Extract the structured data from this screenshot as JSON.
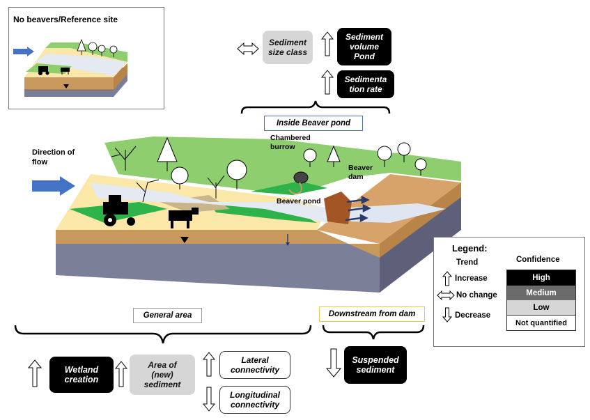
{
  "reference": {
    "title": "No beavers/Reference site"
  },
  "main": {
    "direction_label": "Direction of\nflow",
    "chambered_burrow": "Chambered\nburrow",
    "beaver_dam": "Beaver\ndam",
    "beaver_pond": "Beaver pond"
  },
  "pond_section": {
    "title": "Inside Beaver pond",
    "sediment_size": "Sediment\nsize class",
    "sediment_volume": "Sediment\nvolume\nPond",
    "sedimentation_rate": "Sedimenta\ntion rate"
  },
  "general_section": {
    "title": "General area",
    "wetland": "Wetland\ncreation",
    "area_sediment": "Area of\n(new)\nsediment",
    "lateral": "Lateral\nconnectivity",
    "longitudinal": "Longitudinal\nconnectivity"
  },
  "downstream_section": {
    "title": "Downstream from dam",
    "suspended": "Suspended\nsediment"
  },
  "legend": {
    "title": "Legend:",
    "trend_title": "Trend",
    "confidence_title": "Confidence",
    "increase": "Increase",
    "no_change": "No change",
    "decrease": "Decrease",
    "high": "High",
    "medium": "Medium",
    "low": "Low",
    "not_quantified": "Not quantified"
  },
  "colors": {
    "high": "#000000",
    "medium": "#6b6b6b",
    "low": "#d6d6d6",
    "not_quantified": "#ffffff",
    "flow_arrow": "#4472c4",
    "grass": "#8fce6e",
    "water": "#e4e9f2",
    "soil": "#c9985c",
    "bedrock": "#7a7d96",
    "field": "#fbe7a8"
  }
}
